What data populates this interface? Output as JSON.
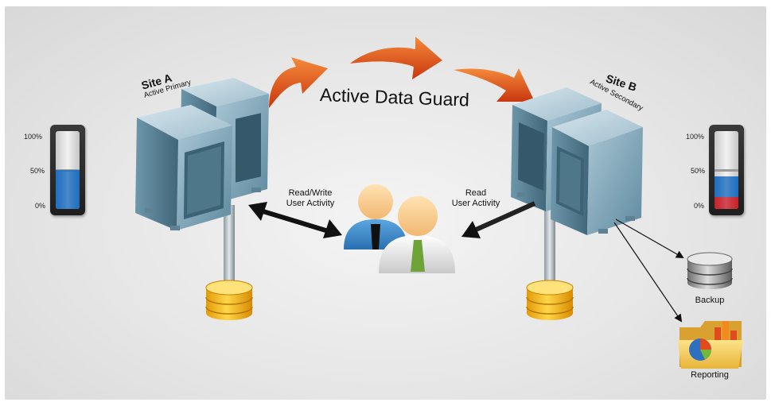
{
  "title": "Active Data Guard",
  "site_a": {
    "name": "Site A",
    "role": "Active Primary"
  },
  "site_b": {
    "name": "Site B",
    "role": "Active Secondary"
  },
  "flows": {
    "read_write_line1": "Read/Write",
    "read_write_line2": "User Activity",
    "read_line1": "Read",
    "read_line2": "User Activity"
  },
  "outputs": {
    "backup": "Backup",
    "reporting": "Reporting"
  },
  "gauges": {
    "ticks": [
      "100%",
      "50%",
      "0%"
    ],
    "site_a": {
      "segments": [
        {
          "fraction": 0.5,
          "color": "#1f6fc0"
        }
      ]
    },
    "site_b": {
      "segments": [
        {
          "fraction": 0.15,
          "color": "#c8222b"
        },
        {
          "fraction": 0.27,
          "color": "#1f6fc0"
        }
      ]
    }
  },
  "colors": {
    "arrow_orange": "#e8501c",
    "gauge_blue": "#1f6fc0",
    "gauge_red": "#c8222b",
    "server_blue": "#7fa6ba"
  }
}
